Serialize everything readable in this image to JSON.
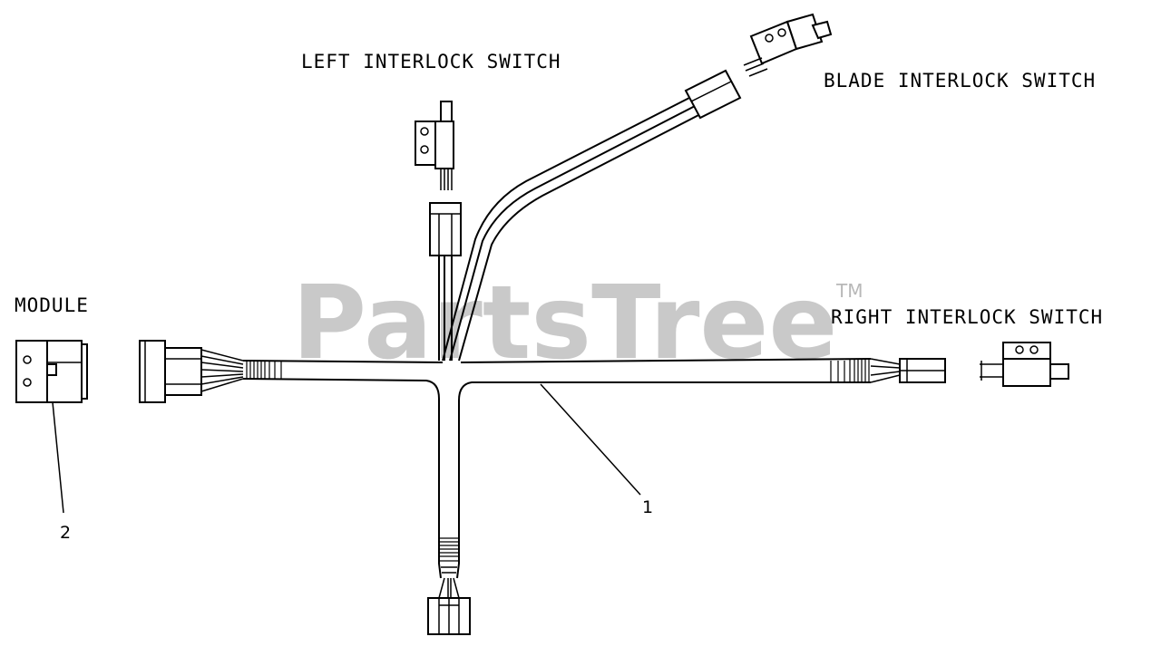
{
  "watermark": {
    "brand": "PartsTree",
    "trademark": "TM"
  },
  "labels": {
    "left_switch": "LEFT INTERLOCK SWITCH",
    "blade_switch": "BLADE INTERLOCK SWITCH",
    "right_switch": "RIGHT INTERLOCK SWITCH",
    "module": "MODULE"
  },
  "callouts": {
    "harness": "1",
    "module": "2"
  }
}
